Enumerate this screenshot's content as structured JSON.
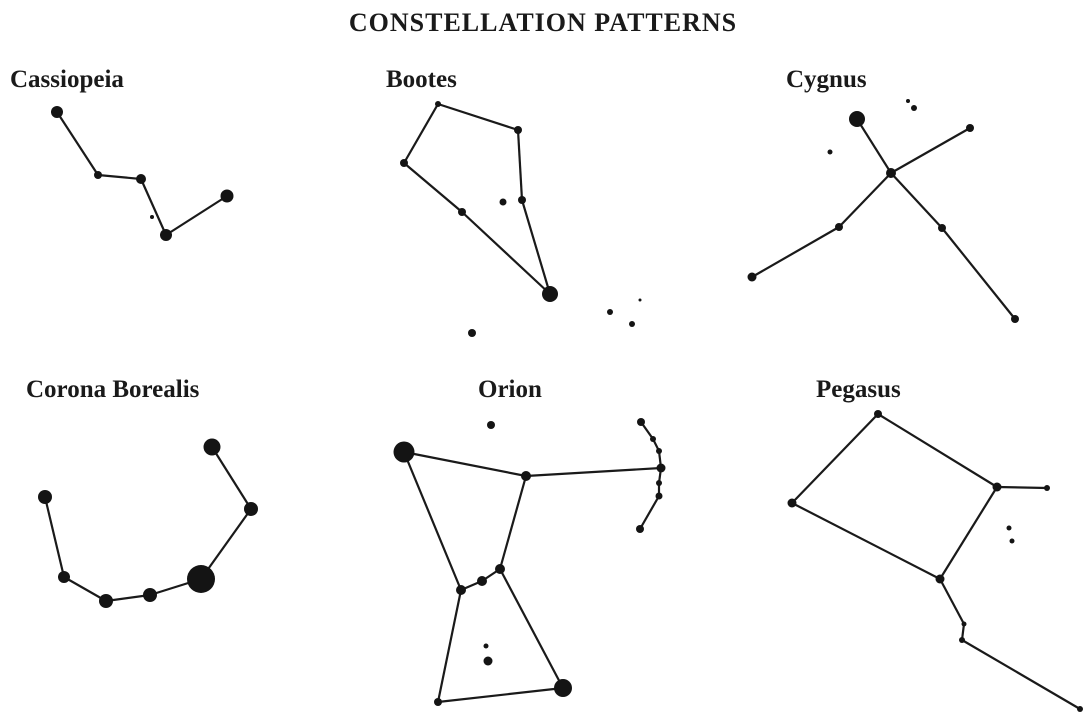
{
  "title": "CONSTELLATION PATTERNS",
  "colors": {
    "ink": "#141414",
    "background": "#ffffff"
  },
  "constellations": [
    {
      "name": "Cassiopeia"
    },
    {
      "name": "Bootes"
    },
    {
      "name": "Cygnus"
    },
    {
      "name": "Corona Borealis"
    },
    {
      "name": "Orion"
    },
    {
      "name": "Pegasus"
    }
  ]
}
